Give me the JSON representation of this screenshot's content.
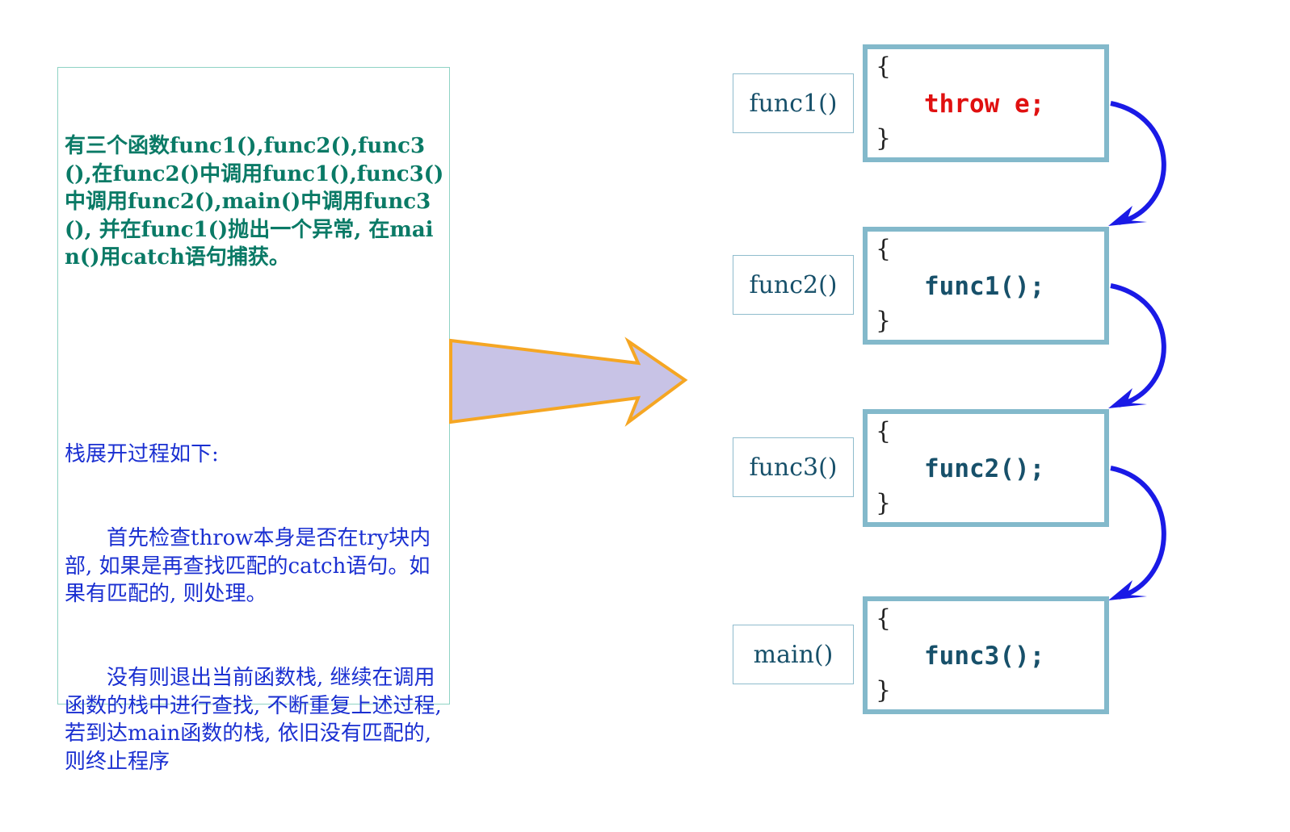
{
  "explanation": {
    "description": "有三个函数func1(),func2(),func3(),在func2()中调用func1(),func3()中调用func2(),main()中调用func3(), 并在func1()抛出一个异常, 在main()用catch语句捕获。",
    "steps_title": "栈展开过程如下:",
    "step1": "首先检查throw本身是否在try块内部, 如果是再查找匹配的catch语句。如果有匹配的, 则处理。",
    "step2": "没有则退出当前函数栈, 继续在调用函数的栈中进行查找, 不断重复上述过程, 若到达main函数的栈, 依旧没有匹配的, 则终止程序"
  },
  "stack": [
    {
      "label": "func1()",
      "open": "{",
      "code": "throw e;",
      "close": "}"
    },
    {
      "label": "func2()",
      "open": "{",
      "code": "func1();",
      "close": "}"
    },
    {
      "label": "func3()",
      "open": "{",
      "code": "func2();",
      "close": "}"
    },
    {
      "label": "main()",
      "open": "{",
      "code": "func3();",
      "close": "}"
    }
  ],
  "colors": {
    "description_text": "#0a7a66",
    "steps_text": "#1a2fd1",
    "throw_text": "#e01010",
    "code_text": "#17506a",
    "frame_border": "#83b9cb",
    "big_arrow_fill": "#c8c3e6",
    "big_arrow_stroke": "#f5a623",
    "curve_arrow": "#1a1ae6"
  }
}
